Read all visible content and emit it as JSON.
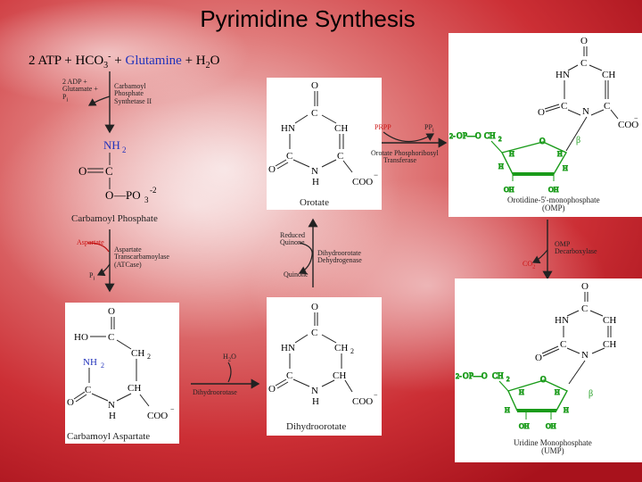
{
  "title": "Pyrimidine Synthesis",
  "equation": {
    "atp": "2 ATP + HCO",
    "sup": "3",
    "charge": "-",
    "glutamine": "Glutamine",
    "h2o": "+ H",
    "sub": "2",
    "o": "O",
    "plus": "+"
  },
  "step1": {
    "side_in": [
      "2 ADP +",
      "Glutamate +",
      "P"
    ],
    "pi_sub": "i",
    "enzyme": [
      "Carbamoyl",
      "Phosphate",
      "Synthetase II"
    ]
  },
  "carbamoyl_phosphate": {
    "name": "Carbamoyl Phosphate"
  },
  "step2": {
    "substrate": "Aspartate",
    "enzyme": [
      "Aspartate",
      "Transcarbamoylase",
      "(ATCase)"
    ],
    "product": "P",
    "pi_sub": "i"
  },
  "carbamoyl_aspartate": {
    "name": "Carbamoyl Aspartate"
  },
  "step3": {
    "h2o": "H",
    "h2o_sub": "2",
    "h2o_o": "O",
    "enzyme": "Dihydroorotase"
  },
  "dihydroorotate": {
    "name": "Dihydroorotate"
  },
  "step4": {
    "reduced": [
      "Reduced",
      "Quinone"
    ],
    "quinone": "Quinone",
    "enzyme": [
      "Dihydroorotate",
      "Dehydrogenase"
    ]
  },
  "orotate": {
    "name": "Orotate"
  },
  "step5": {
    "prpp": "PRPP",
    "ppi": "PP",
    "ppi_sub": "i",
    "enzyme": [
      "Orotate Phosphoribosyl",
      "Transferase"
    ]
  },
  "omp": {
    "name": "Orotidine-5'-monophosphate",
    "abbr": "(OMP)"
  },
  "step6": {
    "enzyme": [
      "OMP",
      "Decarboxylase"
    ],
    "co2": "CO",
    "co2_sub": "2"
  },
  "ump": {
    "name": "Uridine Monophosphate",
    "abbr": "(UMP)"
  },
  "atoms": {
    "O": "O",
    "C": "C",
    "N": "N",
    "H": "H",
    "HN": "HN",
    "CH": "CH",
    "CH2": "CH",
    "two": "2",
    "NH2": "NH",
    "HO": "HO",
    "COO": "COO",
    "minus": "−",
    "PO3": "—PO",
    "three": "3",
    "neg2": "-2",
    "OH": "OH",
    "phos": "O",
    "phos_pre": "2-",
    "phos_post": "P—O",
    "beta": "β",
    "coo_minus": "−"
  }
}
